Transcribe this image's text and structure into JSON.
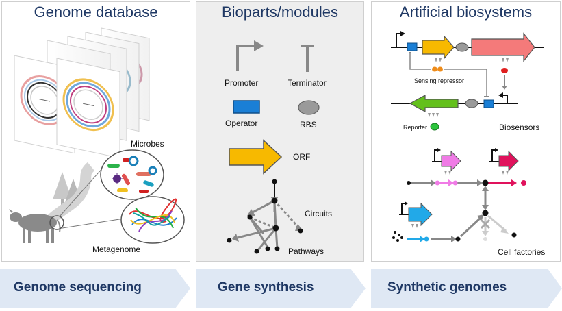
{
  "colors": {
    "title": "#1f3864",
    "banner_fill": "#dfe8f4",
    "panel_bg": "#eeeeee",
    "promoter_grey": "#888888",
    "operator_blue": "#1a7fd6",
    "rbs_grey": "#9a9a9a",
    "orf_yellow": "#f7b900",
    "orf_red": "#f47a7a",
    "orf_green": "#63c01b",
    "orf_pink": "#f07be6",
    "orf_magenta": "#e0125c",
    "orf_cyan": "#22a9e8",
    "repressor_orange": "#ee8c1a",
    "reporter_green": "#2bc43c"
  },
  "panels": {
    "genome": {
      "title": "Genome database",
      "microbes_label": "Microbes",
      "metagenome_label": "Metagenome"
    },
    "bioparts": {
      "title": "Bioparts/modules",
      "promoter_label": "Promoter",
      "terminator_label": "Terminator",
      "operator_label": "Operator",
      "rbs_label": "RBS",
      "orf_label": "ORF",
      "circuits_label": "Circuits",
      "pathways_label": "Pathways"
    },
    "biosystems": {
      "title": "Artificial biosystems",
      "sensing_repressor_label": "Sensing repressor",
      "reporter_label": "Reporter",
      "biosensors_label": "Biosensors",
      "cell_factories_label": "Cell factories"
    }
  },
  "banners": [
    {
      "label": "Genome sequencing"
    },
    {
      "label": "Gene synthesis"
    },
    {
      "label": "Synthetic genomes"
    }
  ],
  "icons": [
    "promoter-icon",
    "terminator-icon",
    "operator-icon",
    "rbs-icon",
    "orf-icon",
    "circular-genome-map-icon",
    "microbes-icon",
    "tangled-dna-icon",
    "cow-icon",
    "tree-icon",
    "network-graph-icon"
  ]
}
